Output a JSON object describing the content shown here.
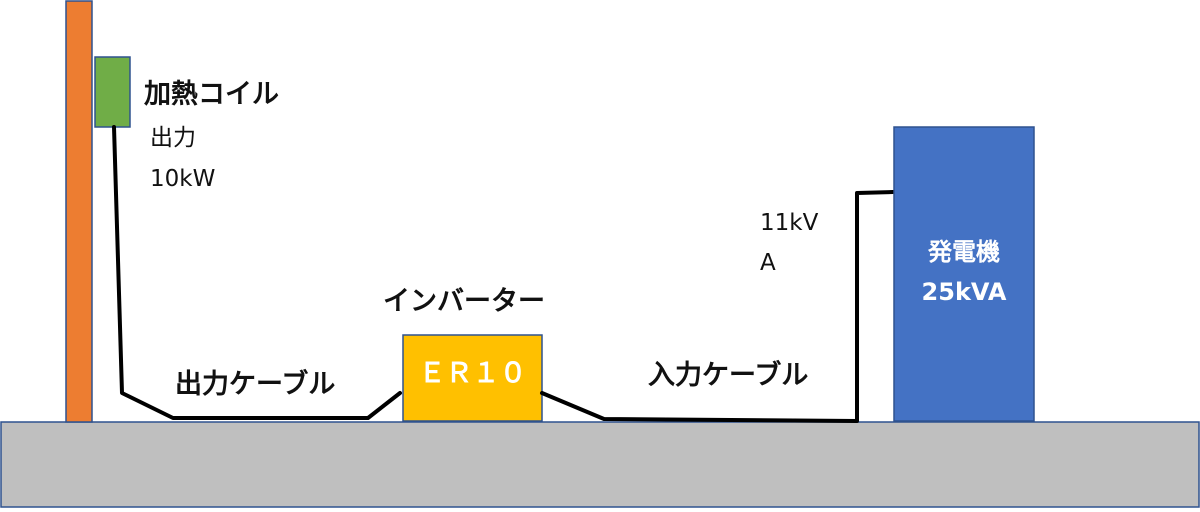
{
  "labels": {
    "heating_coil": "加熱コイル",
    "output_prefix": "出力",
    "output_value": "10kW",
    "output_cable": "出力ケーブル",
    "inverter": "インバーター",
    "inverter_model": "ＥＲ１０",
    "input_cable": "入力ケーブル",
    "generator_current_line1": "11kV",
    "generator_current_line2": "A",
    "generator_name": "発電機",
    "generator_rating": "25kVA"
  },
  "colors": {
    "pole": "#ED7D31",
    "coil": "#70AD47",
    "inverter": "#FFC000",
    "generator": "#4472C4",
    "ground": "#BFBFBF",
    "outline": "#2F528F",
    "cable": "#000000"
  }
}
